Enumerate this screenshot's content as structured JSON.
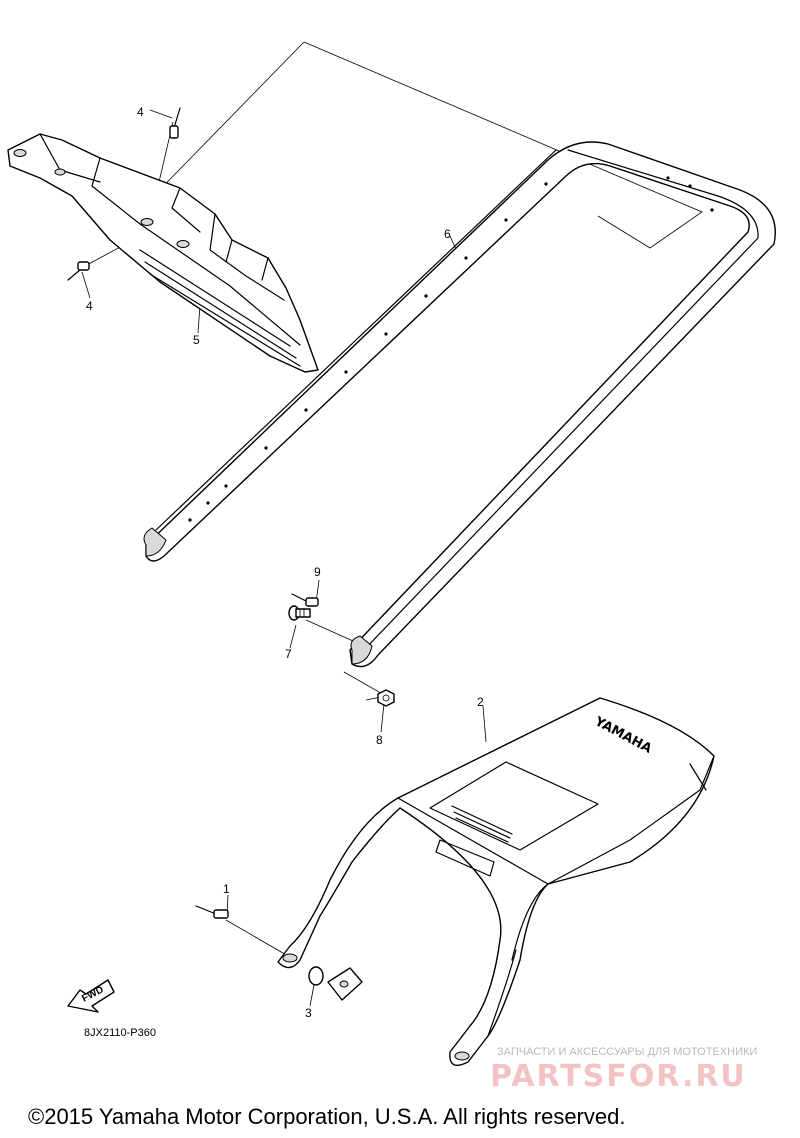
{
  "callouts": {
    "n1": "1",
    "n2": "2",
    "n3": "3",
    "n4a": "4",
    "n4b": "4",
    "n5": "5",
    "n6": "6",
    "n7": "7",
    "n8": "8",
    "n9": "9"
  },
  "diagram_code": "8JX2110-P360",
  "fwd_arrow": {
    "label": "FWD",
    "icon": "fwd-arrow-icon"
  },
  "seat_brand_text": "YAMAHA",
  "watermark": {
    "tagline": "ЗАПЧАСТИ И АКСЕССУАРЫ ДЛЯ МОТОТЕХНИКИ",
    "logo_text": "PARTSFOR.RU"
  },
  "copyright": "©2015 Yamaha Motor Corporation, U.S.A. All rights reserved."
}
